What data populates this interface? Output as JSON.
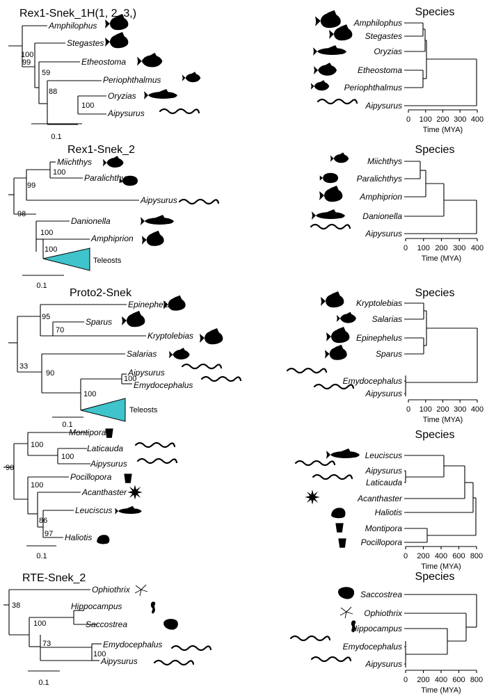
{
  "panels": [
    {
      "gene_title": "Rex1-Snek_1H(1, 2, 3,)",
      "gene_tips": [
        "Amphilophus",
        "Stegastes",
        "Etheostoma",
        "Periophthalmus",
        "Oryzias",
        "Aipysurus"
      ],
      "bootstrap": [
        "99",
        "100",
        "59",
        "88",
        "100"
      ],
      "scale_label": "0.1",
      "species_title": "Species",
      "species_tips": [
        "Amphilophus",
        "Stegastes",
        "Oryzias",
        "Etheostoma",
        "Periophthalmus",
        "Aipysurus"
      ],
      "axis_ticks": [
        "0",
        "100",
        "200",
        "300",
        "400"
      ],
      "axis_label": "Time (MYA)"
    },
    {
      "gene_title": "Rex1-Snek_2",
      "gene_tips": [
        "Miichthys",
        "Paralichthys",
        "Aipysurus",
        "Danionella",
        "Amphiprion"
      ],
      "collapsed_label": "Teleosts",
      "bootstrap": [
        "100",
        "99",
        "98",
        "100",
        "100"
      ],
      "scale_label": "0.1",
      "species_title": "Species",
      "species_tips": [
        "Miichthys",
        "Paralichthys",
        "Amphiprion",
        "Danionella",
        "Aipysurus"
      ],
      "axis_ticks": [
        "0",
        "100",
        "200",
        "300",
        "400"
      ],
      "axis_label": "Time (MYA)"
    },
    {
      "gene_title": "Proto2-Snek",
      "gene_tips": [
        "Epinephelus",
        "Sparus",
        "Kryptolebias",
        "Salarias",
        "Aipysurus",
        "Emydocephalus"
      ],
      "collapsed_label": "Teleosts",
      "bootstrap": [
        "95",
        "70",
        "33",
        "90",
        "100",
        "100"
      ],
      "scale_label": "0.1",
      "species_title": "Species",
      "species_tips": [
        "Kryptolebias",
        "Salarias",
        "Epinephelus",
        "Sparus",
        "Emydocephalus",
        "Aipysurus"
      ],
      "axis_ticks": [
        "0",
        "100",
        "200",
        "300",
        "400"
      ],
      "axis_label": "Time (MYA)"
    },
    {
      "gene_title": "",
      "gene_tips": [
        "Montipora",
        "Laticauda",
        "Aipysurus",
        "Pocillopora",
        "Acanthaster",
        "Leuciscus",
        "Haliotis"
      ],
      "bootstrap": [
        "100",
        "100",
        "90",
        "100",
        "86",
        "97"
      ],
      "scale_label": "0.1",
      "species_title": "Species",
      "species_tips": [
        "Leuciscus",
        "Aipysurus",
        "Laticauda",
        "Acanthaster",
        "Haliotis",
        "Montipora",
        "Pocillopora"
      ],
      "axis_ticks": [
        "0",
        "200",
        "400",
        "600",
        "800"
      ],
      "axis_label": "Time (MYA)"
    },
    {
      "gene_title": "RTE-Snek_2",
      "gene_tips": [
        "Ophiothrix",
        "Hippocampus",
        "Saccostrea",
        "Emydocephalus",
        "Aipysurus"
      ],
      "bootstrap": [
        "38",
        "100",
        "73",
        "100"
      ],
      "scale_label": "0.1",
      "species_title": "Species",
      "species_tips": [
        "Saccostrea",
        "Ophiothrix",
        "Hippocampus",
        "Emydocephalus",
        "Aipysurus"
      ],
      "axis_ticks": [
        "0",
        "200",
        "400",
        "600",
        "800"
      ],
      "axis_label": "Time (MYA)"
    }
  ],
  "colors": {
    "collapsed_clade": "#40c4cb",
    "lines": "#000000"
  }
}
